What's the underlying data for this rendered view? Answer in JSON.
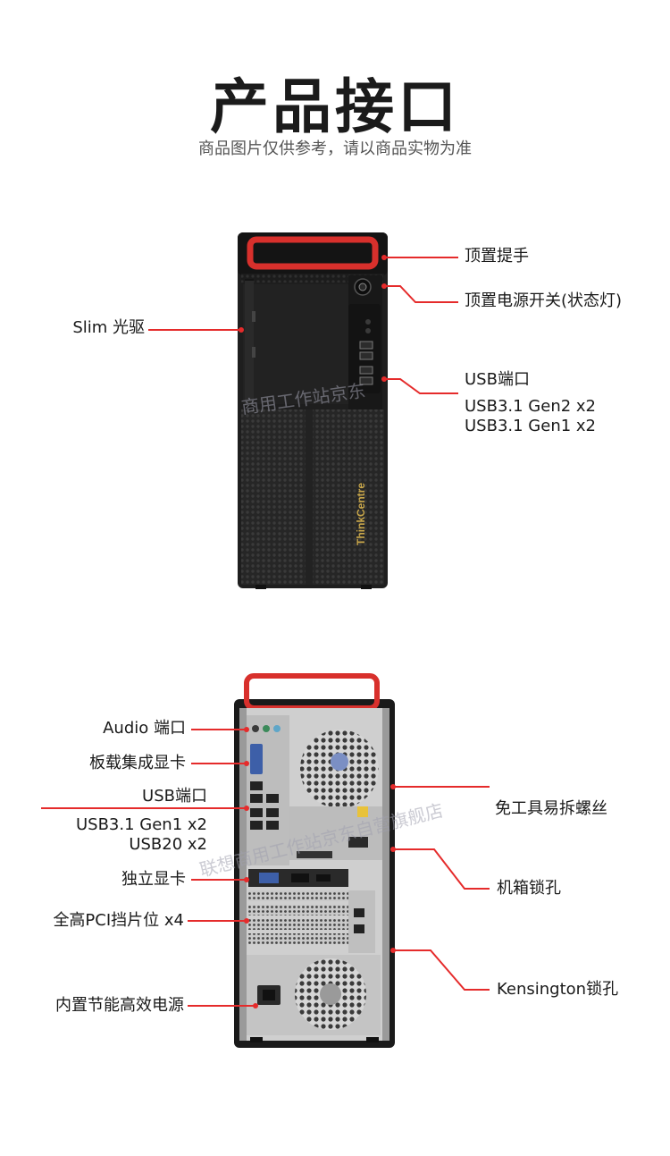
{
  "header": {
    "title": "产品接口",
    "subtitle": "商品图片仅供参考，请以商品实物为准"
  },
  "front": {
    "brand": "ThinkCentre",
    "labels": {
      "top_handle": "顶置提手",
      "power_switch": "顶置电源开关(状态灯)",
      "optical_drive": "Slim 光驱",
      "usb_title": "USB端口",
      "usb_line1": "USB3.1 Gen2 x2",
      "usb_line2": "USB3.1 Gen1 x2"
    },
    "watermark": "商用工作站京东"
  },
  "rear": {
    "labels": {
      "audio": "Audio 端口",
      "onboard_graphics": "板载集成显卡",
      "usb_title": "USB端口",
      "usb_line1": "USB3.1 Gen1 x2",
      "usb_line2": "USB20 x2",
      "discrete_graphics": "独立显卡",
      "pci_slots": "全高PCI挡片位 x4",
      "psu": "内置节能高效电源",
      "toolless_screws": "免工具易拆螺丝",
      "chassis_lock": "机箱锁孔",
      "kensington": "Kensington锁孔"
    },
    "watermark": "联想商用工作站京东自营旗舰店"
  },
  "colors": {
    "accent": "#e52b2b",
    "case": "#1e1e1e",
    "handle": "#d8302c"
  }
}
